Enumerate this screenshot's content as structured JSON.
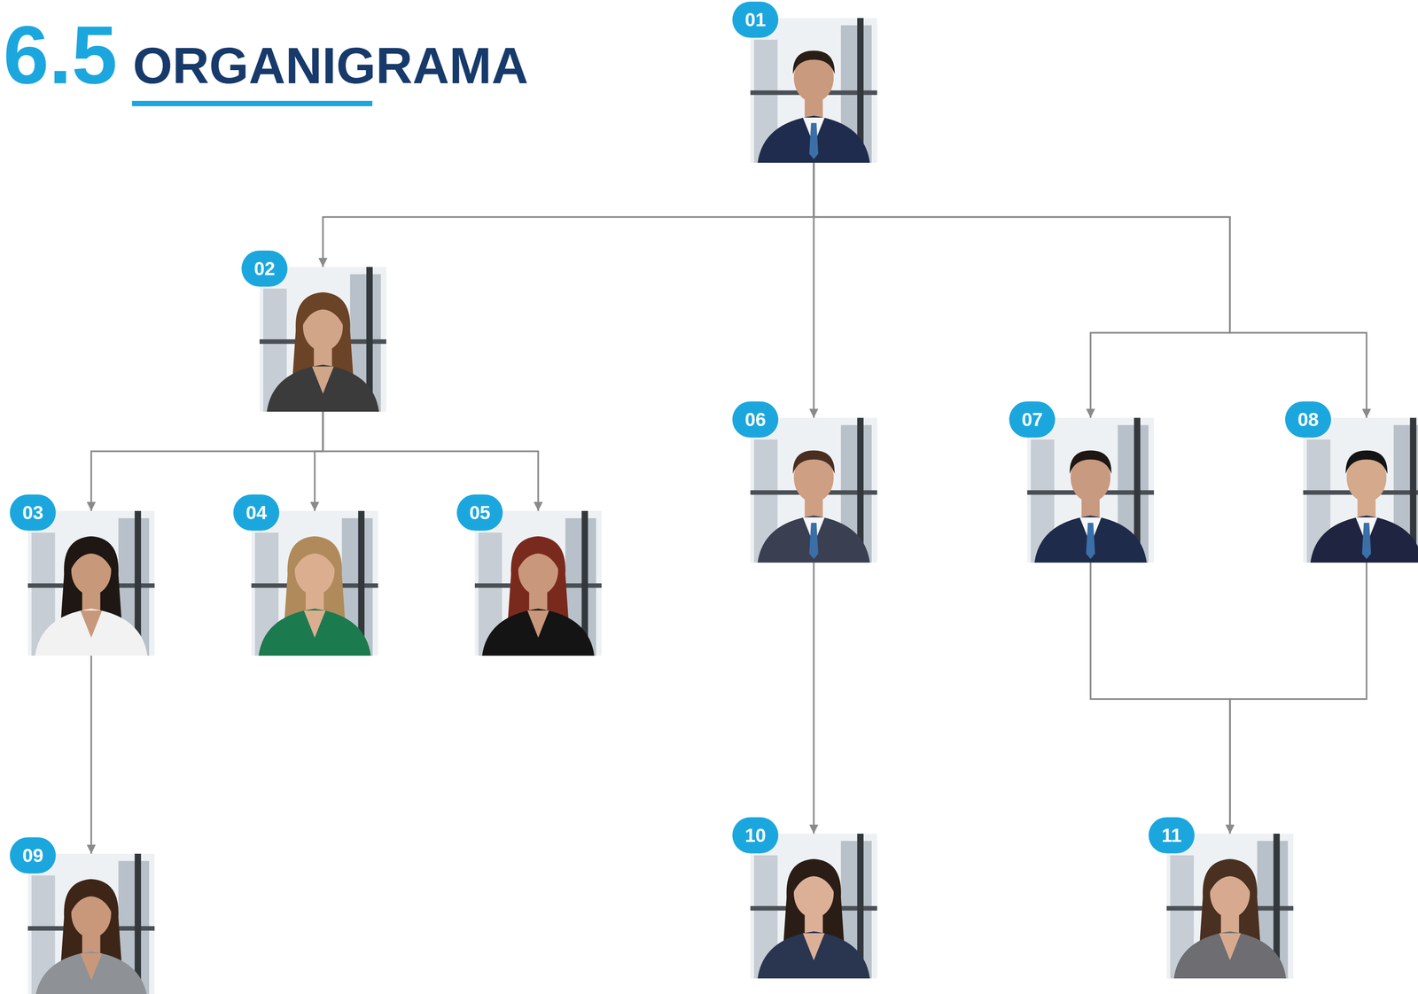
{
  "diagram": {
    "title": "ORGANIGRAMA",
    "nodes": [
      {
        "text": [
          "01"
        ]
      },
      {
        "text": [
          "02"
        ]
      },
      {
        "text": [
          "03"
        ]
      },
      {
        "text": [
          "04"
        ]
      },
      {
        "text": [
          "05"
        ]
      },
      {
        "text": [
          "06"
        ]
      },
      {
        "text": [
          "07"
        ]
      },
      {
        "text": [
          "08"
        ]
      },
      {
        "text": [
          "09"
        ]
      },
      {
        "text": [
          "10"
        ]
      },
      {
        "text": [
          "11"
        ]
      }
    ],
    "edges": [
      {
        "from": 0,
        "to": 1,
        "arrow": "to"
      },
      {
        "from": 0,
        "to": 5,
        "arrow": "to"
      },
      {
        "from": 0,
        "to": 6,
        "arrow": "to"
      },
      {
        "from": 0,
        "to": 7,
        "arrow": "to"
      },
      {
        "from": 1,
        "to": 2,
        "arrow": "to"
      },
      {
        "from": 1,
        "to": 3,
        "arrow": "to"
      },
      {
        "from": 1,
        "to": 4,
        "arrow": "to"
      },
      {
        "from": 2,
        "to": 8,
        "arrow": "to"
      },
      {
        "from": 5,
        "to": 9,
        "arrow": "to"
      },
      {
        "from": 6,
        "to": 10,
        "arrow": "to"
      },
      {
        "from": 7,
        "to": 10,
        "arrow": "to"
      }
    ],
    "labels": [
      "6.5"
    ]
  }
}
